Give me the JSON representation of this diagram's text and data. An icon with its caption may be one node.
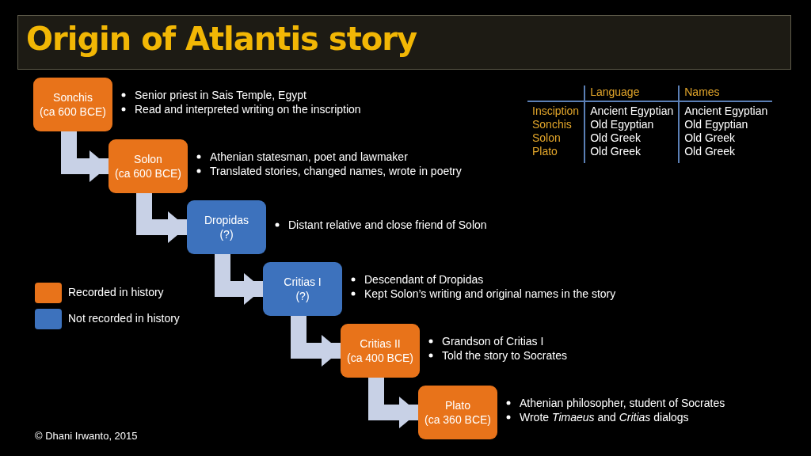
{
  "diagram": {
    "title": "Origin of Atlantis story",
    "nodes": [
      {
        "text": [
          "Sonchis",
          "(ca 600 BCE)"
        ],
        "beside": [
          "Senior priest in Sais Temple, Egypt",
          "Read and interpreted writing on the inscription"
        ]
      },
      {
        "text": [
          "Solon",
          "(ca 600 BCE)"
        ],
        "beside": [
          "Athenian statesman, poet and lawmaker",
          "Translated stories, changed names, wrote in poetry"
        ]
      },
      {
        "text": [
          "Dropidas",
          "(?)"
        ],
        "beside": [
          "Distant relative and close friend of Solon"
        ]
      },
      {
        "text": [
          "Critias I",
          "(?)"
        ],
        "beside": [
          "Descendant of Dropidas",
          "Kept Solon’s writing and original names in the story"
        ]
      },
      {
        "text": [
          "Critias II",
          "(ca 400 BCE)"
        ],
        "beside": [
          "Grandson of Critias I",
          "Told the story to Socrates"
        ]
      },
      {
        "text": [
          "Plato",
          "(ca 360 BCE)"
        ],
        "beside": [
          "Athenian philosopher, student of Socrates",
          "Wrote *Timaeus* and *Critias* dialogs"
        ]
      }
    ],
    "edges": [
      {
        "from": 0,
        "to": 1,
        "arrow": "to"
      },
      {
        "from": 1,
        "to": 2,
        "arrow": "to"
      },
      {
        "from": 2,
        "to": 3,
        "arrow": "to"
      },
      {
        "from": 3,
        "to": 4,
        "arrow": "to"
      },
      {
        "from": 4,
        "to": 5,
        "arrow": "to"
      }
    ],
    "labels": [
      "Language",
      "Names",
      "Insciption",
      "Ancient Egyptian",
      "Ancient Egyptian",
      "Sonchis",
      "Old Egyptian",
      "Old Egyptian",
      "Solon",
      "Old Greek",
      "Old Greek",
      "Plato",
      "Old Greek",
      "Old Greek",
      "© Dhani Irwanto, 2015"
    ],
    "legend": [
      {
        "text": "Recorded in history",
        "color": "#e8731a"
      },
      {
        "text": "Not recorded in history",
        "color": "#3d72bd"
      }
    ]
  }
}
